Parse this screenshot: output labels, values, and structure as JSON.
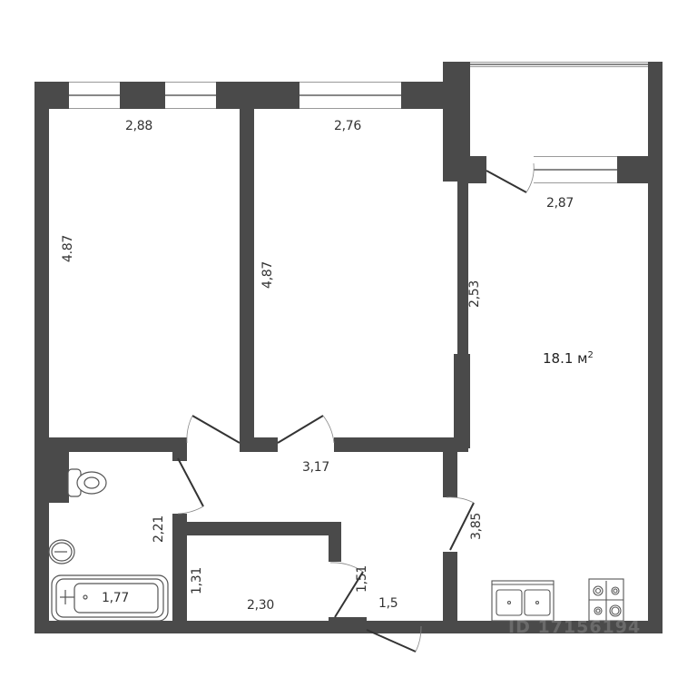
{
  "floor_plan": {
    "colors": {
      "wall": "#4a4a4a",
      "background": "#ffffff",
      "text": "#333333"
    },
    "rooms": [
      {
        "name": "bedroom-1",
        "width_label": "2,88",
        "length_label": "4.87"
      },
      {
        "name": "bedroom-2",
        "width_label": "2,76",
        "length_label": "4,87"
      },
      {
        "name": "living-kitchen",
        "width_label": "2,87",
        "length_label": "2,53",
        "area_label": "18.1 м²",
        "door_label": "3,85"
      },
      {
        "name": "hallway",
        "width_label": "3,17"
      },
      {
        "name": "bathroom",
        "height_label": "2,21",
        "bath_label": "1,77"
      },
      {
        "name": "storage",
        "width_label": "2,30",
        "height_label": "1,31"
      },
      {
        "name": "entry",
        "width_label": "1,5",
        "side_label": "1,51"
      }
    ],
    "area": {
      "value": "18.1 м",
      "unit_sup": "2"
    },
    "watermark": "ID 17156194"
  }
}
